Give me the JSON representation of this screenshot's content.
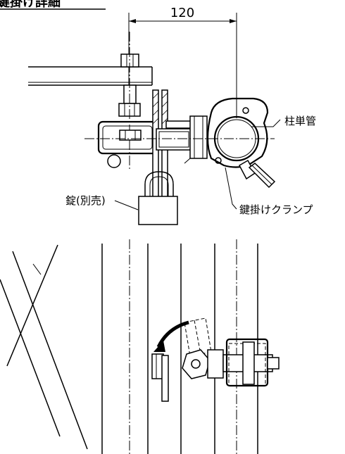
{
  "title": "鍵掛け詳細",
  "dimension": {
    "value": "120"
  },
  "labels": {
    "pillar_pipe": "柱単管",
    "lock": "錠(別売)",
    "lock_clamp": "鍵掛けクランプ"
  },
  "colors": {
    "line": "#000000",
    "background": "#ffffff"
  }
}
